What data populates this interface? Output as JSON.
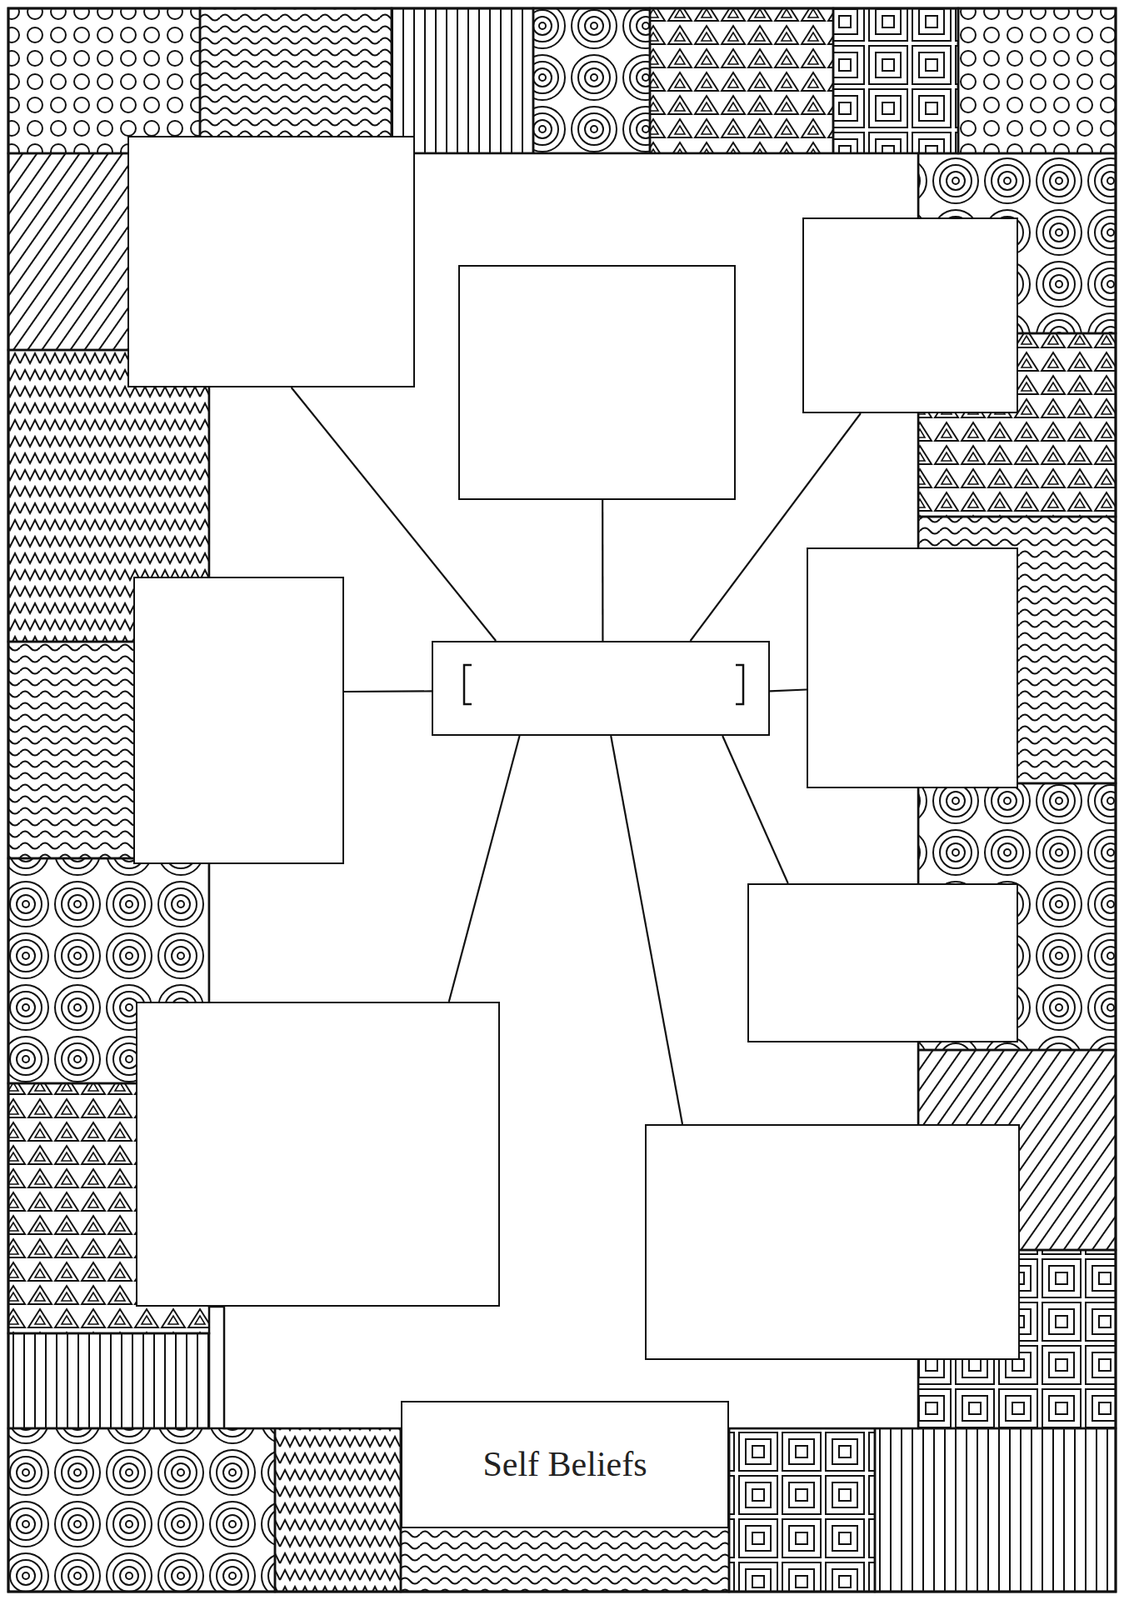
{
  "diagram": {
    "nodes": [
      {
        "text": []
      },
      {
        "text": []
      },
      {
        "text": []
      },
      {
        "text": []
      },
      {
        "text": []
      },
      {
        "text": []
      },
      {
        "text": []
      },
      {
        "text": []
      },
      {
        "text": []
      },
      {
        "text": [
          "Self Beliefs"
        ]
      }
    ],
    "edges": [
      {
        "from": 4,
        "to": 0,
        "arrow": "none"
      },
      {
        "from": 4,
        "to": 1,
        "arrow": "none"
      },
      {
        "from": 4,
        "to": 2,
        "arrow": "none"
      },
      {
        "from": 4,
        "to": 3,
        "arrow": "none"
      },
      {
        "from": 4,
        "to": 5,
        "arrow": "none"
      },
      {
        "from": 4,
        "to": 6,
        "arrow": "none"
      },
      {
        "from": 4,
        "to": 7,
        "arrow": "none"
      },
      {
        "from": 4,
        "to": 8,
        "arrow": "none"
      }
    ]
  }
}
